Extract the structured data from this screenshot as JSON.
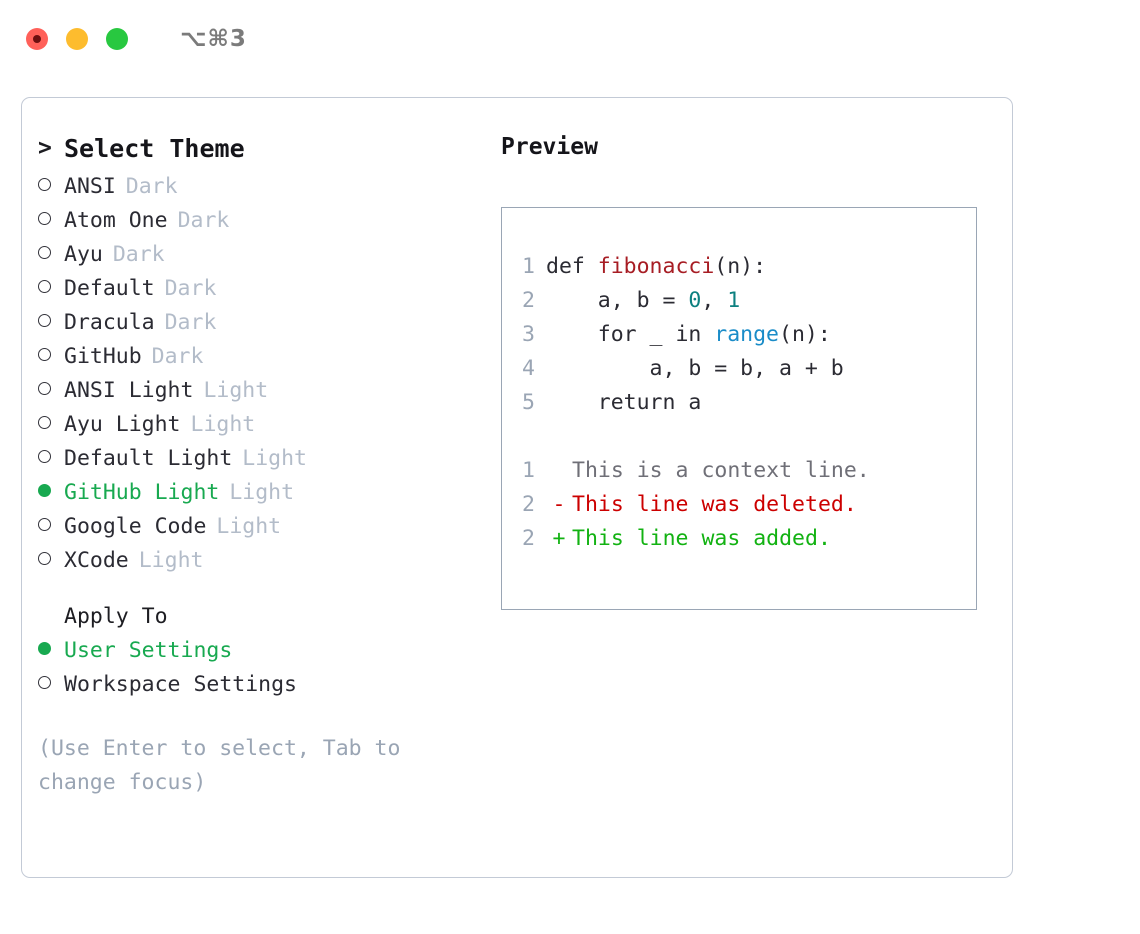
{
  "titlebar": {
    "shortcut": "⌥⌘3",
    "buttons": [
      {
        "name": "close",
        "color": "#ff6059"
      },
      {
        "name": "minimize",
        "color": "#fdbc2e"
      },
      {
        "name": "maximize",
        "color": "#28c840"
      }
    ]
  },
  "theme_panel": {
    "title": "Select Theme",
    "caret": ">",
    "bullet_selected": "●",
    "bullet_unselected": "○",
    "themes": [
      {
        "label": "ANSI",
        "variant": "Dark",
        "selected": false
      },
      {
        "label": "Atom One",
        "variant": "Dark",
        "selected": false
      },
      {
        "label": "Ayu",
        "variant": "Dark",
        "selected": false
      },
      {
        "label": "Default",
        "variant": "Dark",
        "selected": false
      },
      {
        "label": "Dracula",
        "variant": "Dark",
        "selected": false
      },
      {
        "label": "GitHub",
        "variant": "Dark",
        "selected": false
      },
      {
        "label": "ANSI Light",
        "variant": "Light",
        "selected": false
      },
      {
        "label": "Ayu Light",
        "variant": "Light",
        "selected": false
      },
      {
        "label": "Default Light",
        "variant": "Light",
        "selected": false
      },
      {
        "label": "GitHub Light",
        "variant": "Light",
        "selected": true
      },
      {
        "label": "Google Code",
        "variant": "Light",
        "selected": false
      },
      {
        "label": "XCode",
        "variant": "Light",
        "selected": false
      }
    ],
    "apply_to": {
      "title": "Apply To",
      "options": [
        {
          "label": "User Settings",
          "selected": true
        },
        {
          "label": "Workspace Settings",
          "selected": false
        }
      ]
    },
    "hint": "(Use Enter to select, Tab to change focus)"
  },
  "preview_panel": {
    "title": "Preview",
    "code_lines": [
      {
        "number": "1",
        "tokens": [
          {
            "t": "def ",
            "c": "plain"
          },
          {
            "t": "fibonacci",
            "c": "fn"
          },
          {
            "t": "(n):",
            "c": "plain"
          }
        ]
      },
      {
        "number": "2",
        "tokens": [
          {
            "t": "    a, b = ",
            "c": "plain"
          },
          {
            "t": "0",
            "c": "num"
          },
          {
            "t": ", ",
            "c": "plain"
          },
          {
            "t": "1",
            "c": "num"
          }
        ]
      },
      {
        "number": "3",
        "tokens": [
          {
            "t": "    for _ in ",
            "c": "plain"
          },
          {
            "t": "range",
            "c": "call"
          },
          {
            "t": "(n):",
            "c": "plain"
          }
        ]
      },
      {
        "number": "4",
        "tokens": [
          {
            "t": "        a, b = b, a + b",
            "c": "plain"
          }
        ]
      },
      {
        "number": "5",
        "tokens": [
          {
            "t": "    return a",
            "c": "plain"
          }
        ]
      }
    ],
    "diff_lines": [
      {
        "number": "1",
        "sign": " ",
        "text": "This is a context line.",
        "kind": "context"
      },
      {
        "number": "2",
        "sign": "-",
        "text": "This line was deleted.",
        "kind": "del"
      },
      {
        "number": "2",
        "sign": "+",
        "text": "This line was added.",
        "kind": "add"
      }
    ]
  },
  "colors": {
    "accent_green": "#18a950",
    "diff_add": "#12b212",
    "diff_del": "#cc0000",
    "muted": "#9aa5b4",
    "variant_badge": "#b3bcc9",
    "border": "#c3cad6",
    "panel_border": "#9aa6b5"
  }
}
